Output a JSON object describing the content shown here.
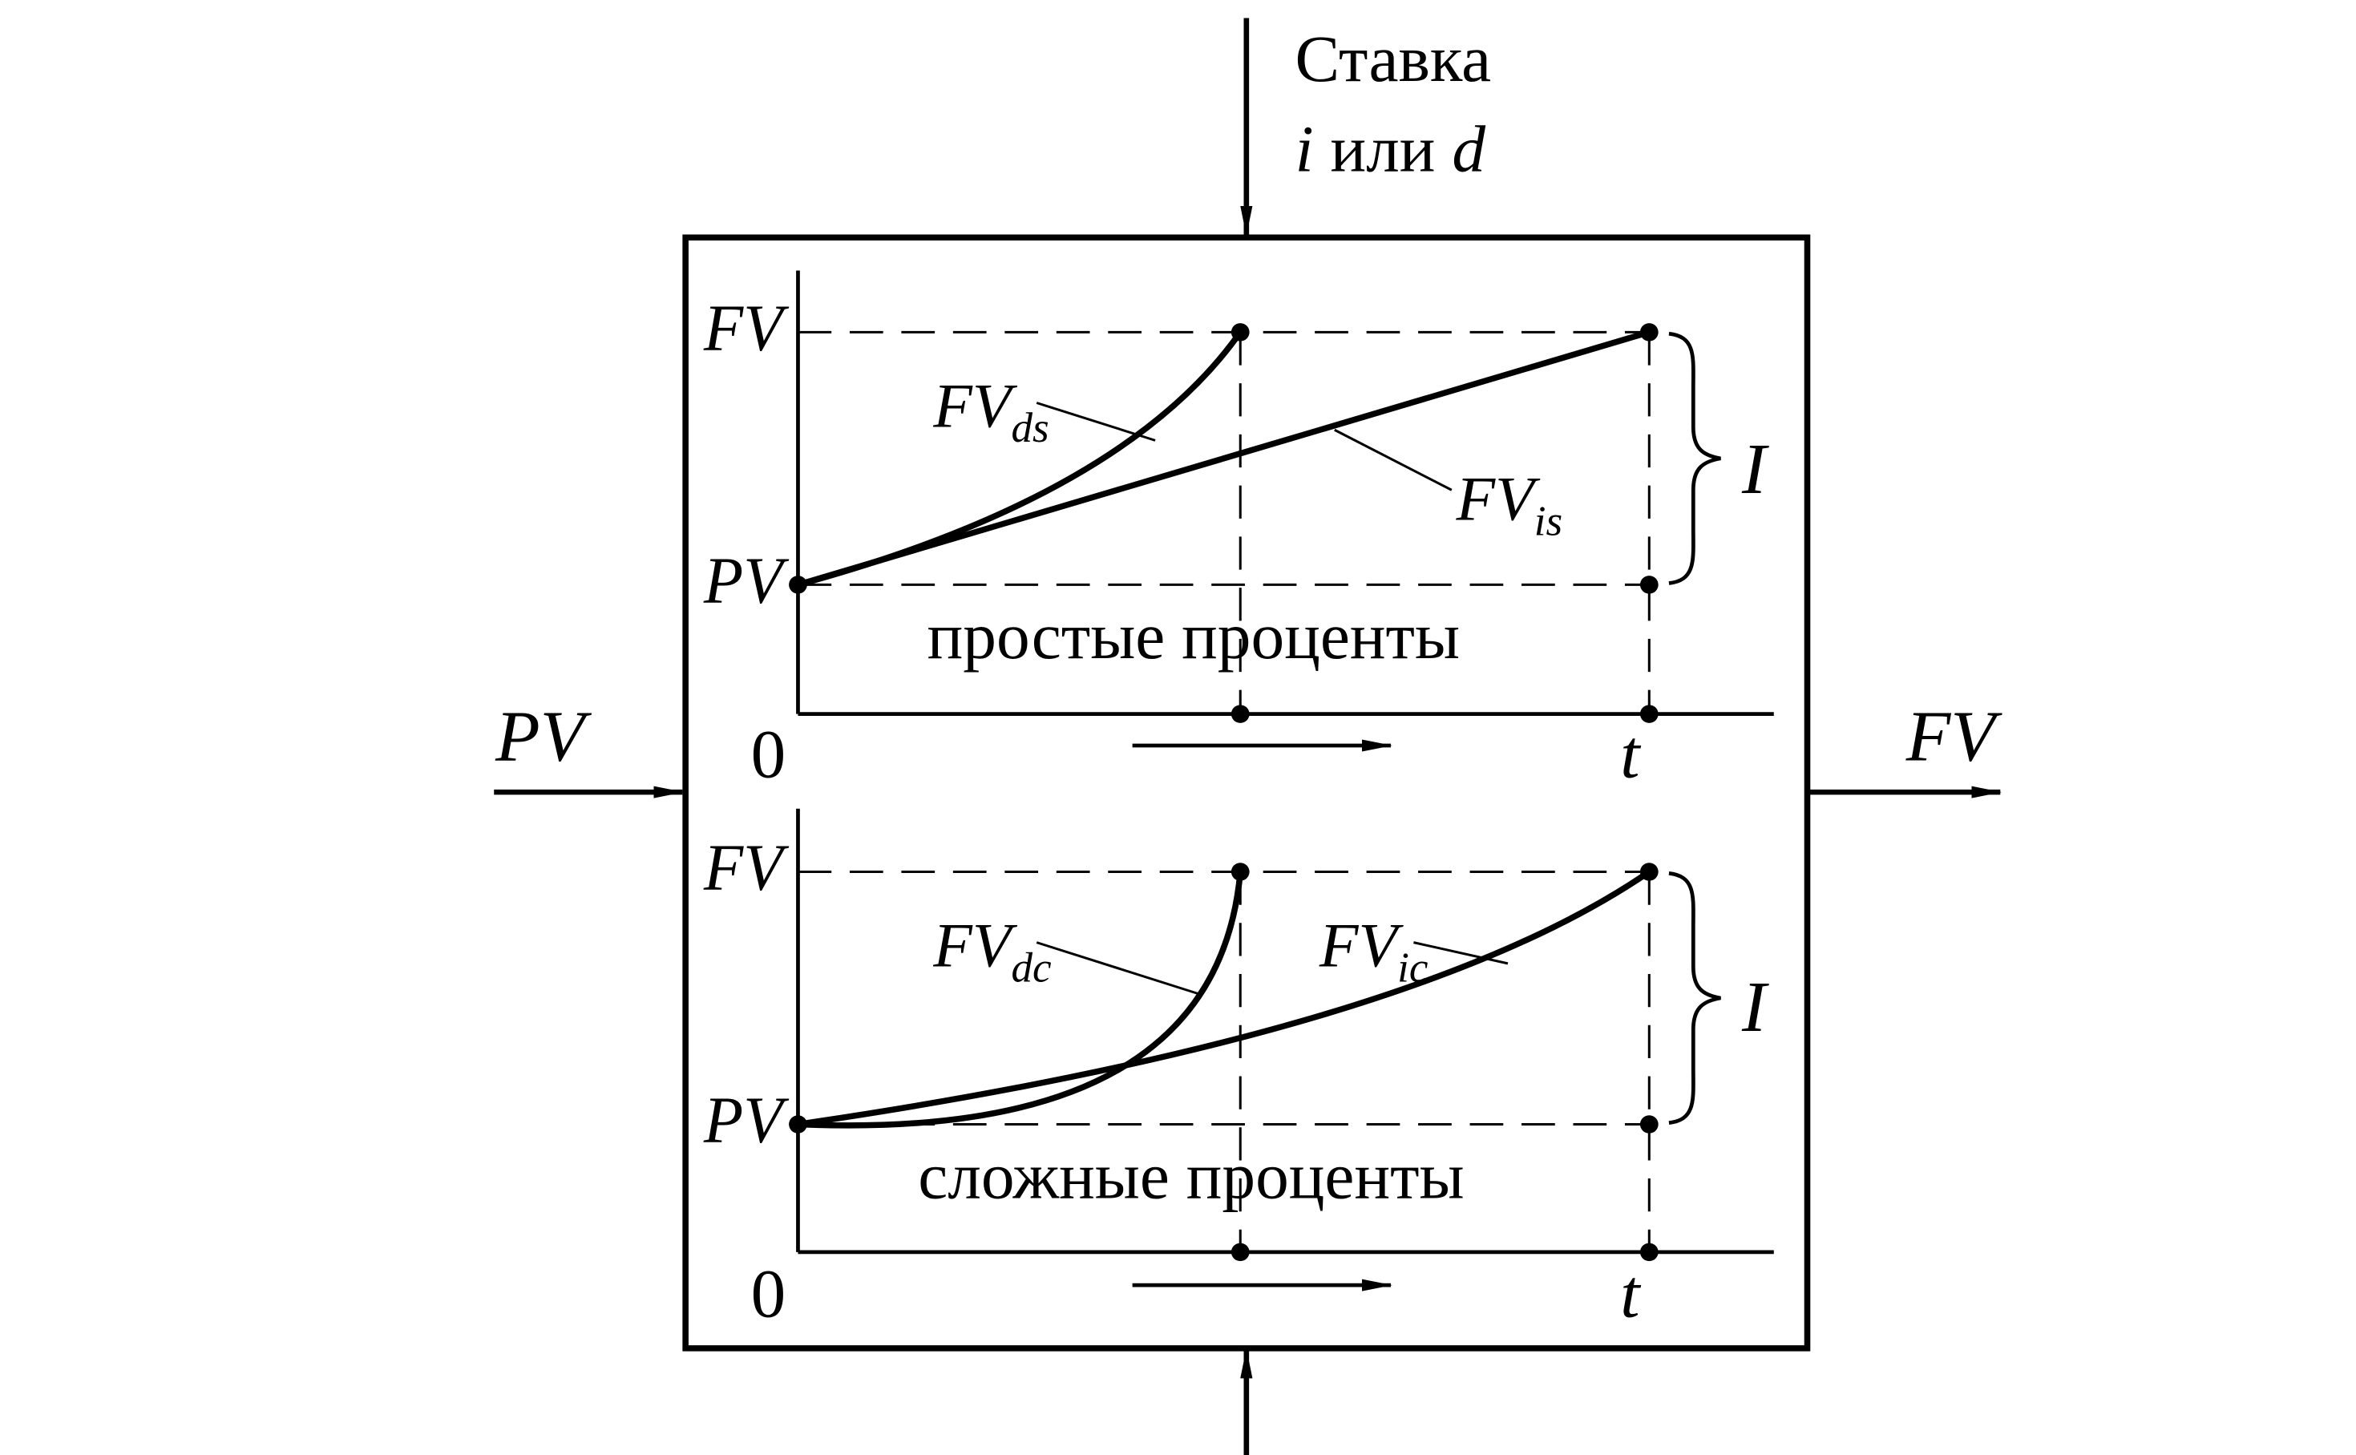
{
  "input_rate": {
    "line1": "Ставка",
    "line2_i": "i",
    "line2_or": " или ",
    "line2_d": "d"
  },
  "input_pv": {
    "main": "PV"
  },
  "output_fv": {
    "main": "FV"
  },
  "top_panel": {
    "fv_axis": {
      "main": "FV"
    },
    "pv_axis": {
      "main": "PV"
    },
    "origin": "0",
    "t_label": "t",
    "caption": "простые проценты",
    "curve_d": {
      "main": "FV",
      "sub": "ds"
    },
    "curve_i": {
      "main": "FV",
      "sub": "is"
    },
    "interest": "I"
  },
  "bottom_panel": {
    "fv_axis": {
      "main": "FV"
    },
    "pv_axis": {
      "main": "PV"
    },
    "origin": "0",
    "t_label": "t",
    "caption": "сложные проценты",
    "curve_d": {
      "main": "FV",
      "sub": "dc"
    },
    "curve_i": {
      "main": "FV",
      "sub": "ic"
    },
    "interest": "I"
  }
}
